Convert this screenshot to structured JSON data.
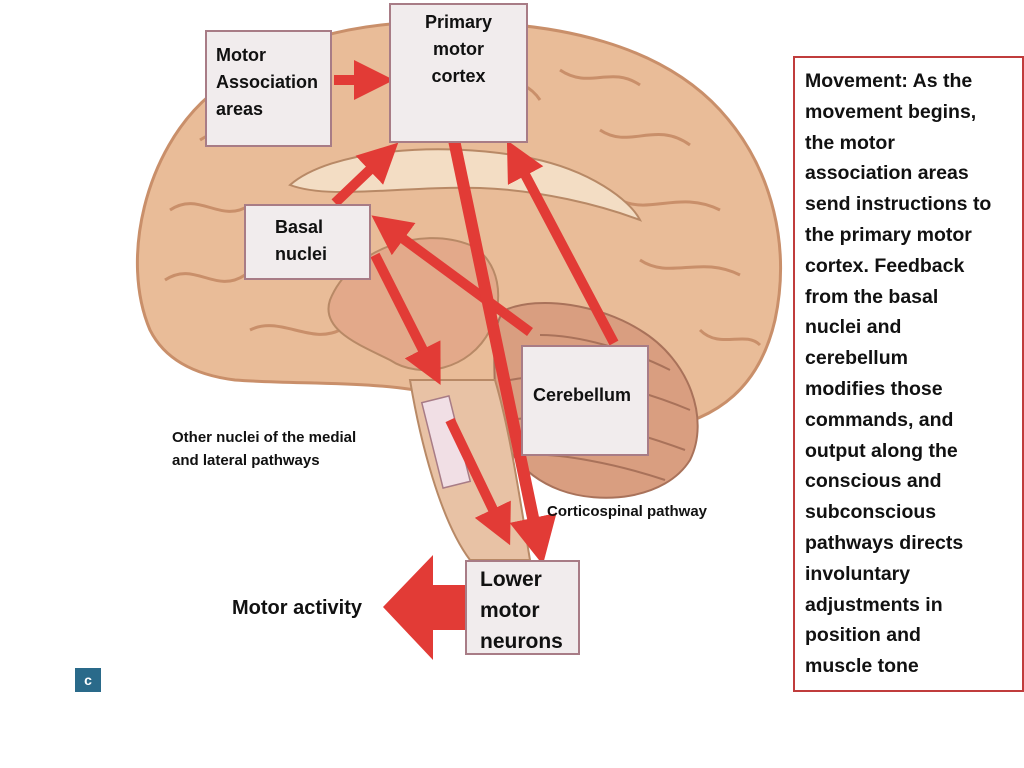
{
  "boxes": {
    "primary_motor_cortex": [
      "Primary",
      "motor",
      "cortex"
    ],
    "motor_association": [
      "Motor",
      "Association",
      "areas"
    ],
    "basal_nuclei": [
      "Basal",
      "nuclei"
    ],
    "cerebellum": "Cerebellum",
    "lower_motor_neurons": [
      "Lower",
      "motor",
      "neurons"
    ]
  },
  "labels": {
    "other_nuclei": [
      "Other nuclei of the medial",
      "and lateral pathways"
    ],
    "corticospinal": "Corticospinal pathway",
    "motor_activity": "Motor activity"
  },
  "description": {
    "lines": [
      "Movement: As the",
      "movement begins,",
      "the motor",
      "association areas",
      "send instructions to",
      "the primary motor",
      "cortex. Feedback",
      "from the basal",
      "nuclei and",
      "cerebellum",
      "modifies those",
      "commands, and",
      "output along the",
      "conscious and",
      "subconscious",
      "pathways directs",
      "involuntary",
      "adjustments in",
      "position and",
      "muscle tone"
    ]
  },
  "badge": "c",
  "colors": {
    "arrow_red": "#e23b36",
    "box_fill": "#f1eced",
    "box_border": "#a87c86",
    "description_border": "#c03c3c",
    "brain_tan": "#e9bc98",
    "brain_dark": "#c98f6a",
    "badge_blue": "#2a6a8a"
  }
}
